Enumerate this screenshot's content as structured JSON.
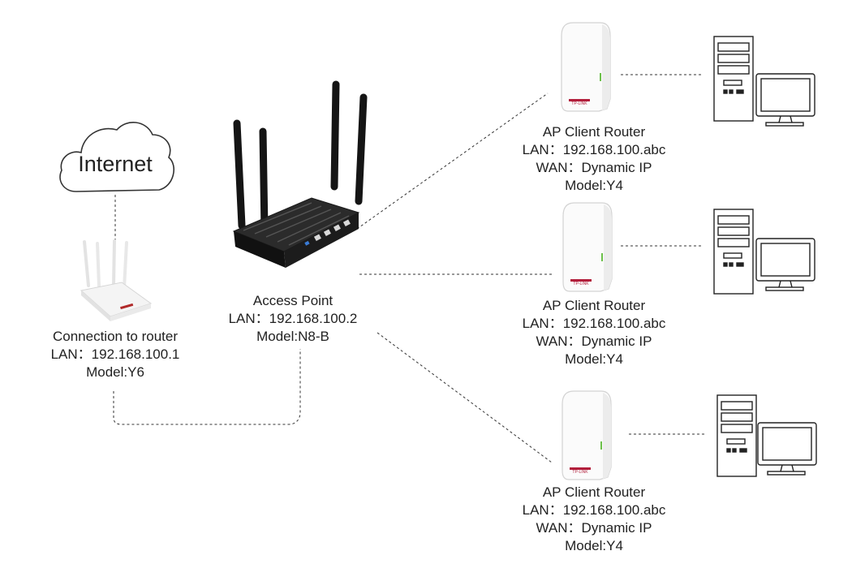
{
  "internet": {
    "label": "Internet"
  },
  "main_router": {
    "line1": "Connection to router",
    "line2": "LAN：192.168.100.1",
    "line3": "Model:Y6"
  },
  "access_point": {
    "line1": "Access Point",
    "line2": "LAN：192.168.100.2",
    "line3": "Model:N8-B"
  },
  "clients": [
    {
      "line1": "AP Client Router",
      "line2": "LAN：192.168.100.abc",
      "line3": "WAN：Dynamic IP",
      "line4": "Model:Y4"
    },
    {
      "line1": "AP Client Router",
      "line2": "LAN：192.168.100.abc",
      "line3": "WAN：Dynamic IP",
      "line4": "Model:Y4"
    },
    {
      "line1": "AP Client Router",
      "line2": "LAN：192.168.100.abc",
      "line3": "WAN：Dynamic IP",
      "line4": "Model:Y4"
    }
  ],
  "brand_text": "TP-LINK"
}
